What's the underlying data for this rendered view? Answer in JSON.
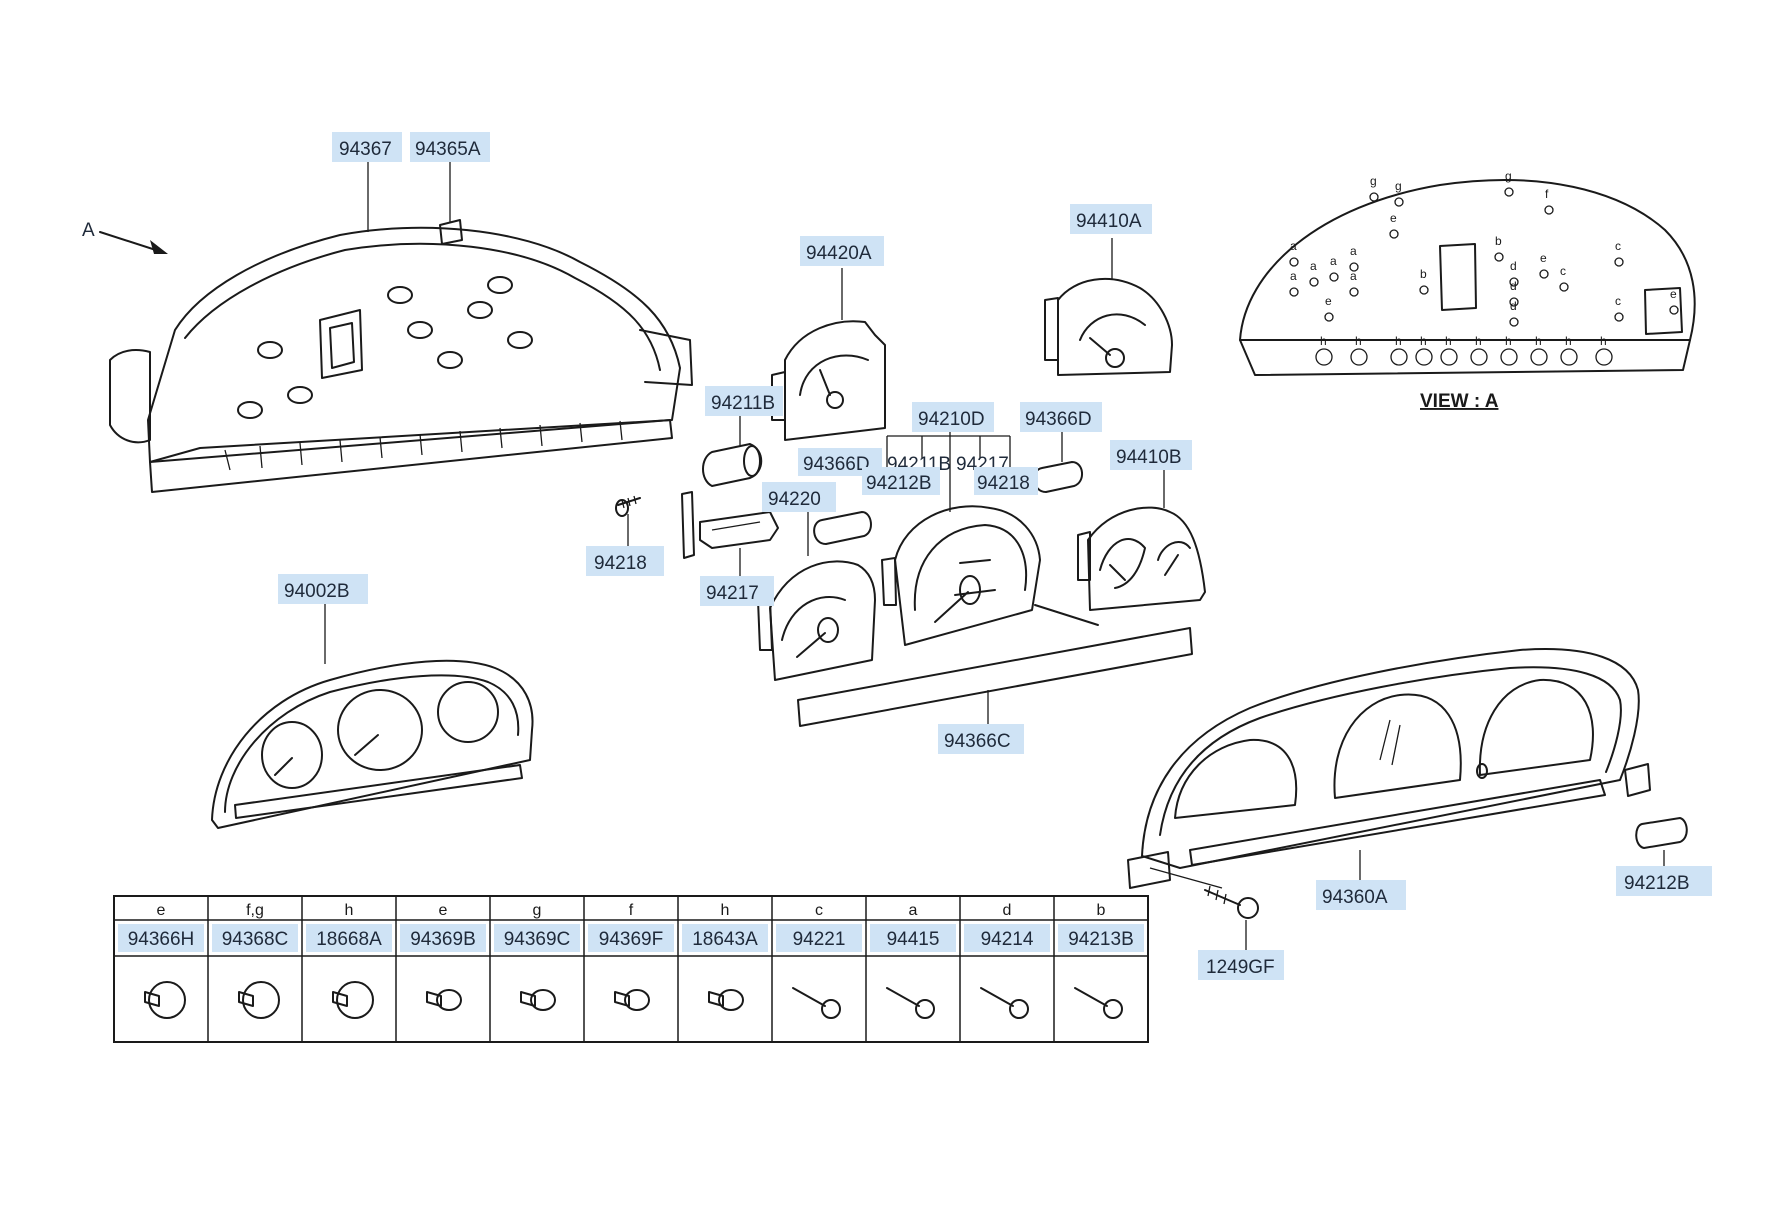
{
  "labels": {
    "l94367": "94367",
    "l94365A": "94365A",
    "arrow_a": "A",
    "l94420A": "94420A",
    "l94410A": "94410A",
    "l94211B_a": "94211B",
    "l94210D": "94210D",
    "l94366D_a": "94366D",
    "l94366D_b": "94366D",
    "l94211B_b": "94211B",
    "l94217_a": "94217",
    "l94212B_a": "94212B",
    "l94218_a": "94218",
    "l94410B": "94410B",
    "l94220": "94220",
    "l94218_b": "94218",
    "l94217_b": "94217",
    "l94002B": "94002B",
    "l94366C": "94366C",
    "l94360A": "94360A",
    "l94212B_b": "94212B",
    "l1249GF": "1249GF",
    "view_a": "VIEW : A"
  },
  "view_letters": [
    "a",
    "a",
    "a",
    "a",
    "a",
    "a",
    "b",
    "b",
    "c",
    "c",
    "c",
    "d",
    "d",
    "d",
    "e",
    "e",
    "e",
    "e",
    "f",
    "g",
    "g",
    "g",
    "h",
    "h",
    "h",
    "h",
    "h",
    "h",
    "h",
    "h",
    "h",
    "h"
  ],
  "parts_table": {
    "columns": [
      {
        "code": "e",
        "part": "94366H"
      },
      {
        "code": "f,g",
        "part": "94368C"
      },
      {
        "code": "h",
        "part": "18668A"
      },
      {
        "code": "e",
        "part": "94369B"
      },
      {
        "code": "g",
        "part": "94369C"
      },
      {
        "code": "f",
        "part": "94369F"
      },
      {
        "code": "h",
        "part": "18643A"
      },
      {
        "code": "c",
        "part": "94221"
      },
      {
        "code": "a",
        "part": "94415"
      },
      {
        "code": "d",
        "part": "94214"
      },
      {
        "code": "b",
        "part": "94213B"
      }
    ]
  },
  "colors": {
    "label_highlight": "#cfe3f5",
    "line": "#1a1a1a"
  }
}
